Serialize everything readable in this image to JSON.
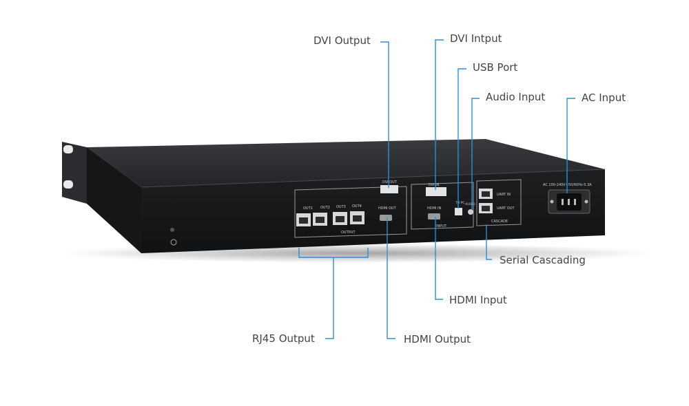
{
  "callouts": {
    "dvi_output": "DVI Output",
    "dvi_input": "DVI Intput",
    "usb_port": "USB Port",
    "audio_input": "Audio Input",
    "ac_input": "AC Input",
    "serial_cascading": "Serial Cascading",
    "hdmi_input": "HDMI Input",
    "rj45_output": "RJ45 Output",
    "hdmi_output": "HDMI Output"
  },
  "panel": {
    "out1": "OUT1",
    "out2": "OUT2",
    "out3": "OUT3",
    "out4": "OUT4",
    "output": "OUTPUT",
    "dvi_out": "DVI OUT",
    "hdmi_out": "HDMI OUT",
    "dvi_in": "DVI IN",
    "hdmi_in": "HDMI IN",
    "to_pc": "TO PC",
    "audio": "AUDIO",
    "input": "INPUT",
    "uart_in": "UART IN",
    "uart_out": "UART OUT",
    "cascade": "CASCADE",
    "ac_rating": "AC 100-240V~50/60Hz 0.3A"
  },
  "colors": {
    "callout_line": "#2a8fd6",
    "chassis": "#1b1c1e",
    "label_text": "#444444"
  }
}
